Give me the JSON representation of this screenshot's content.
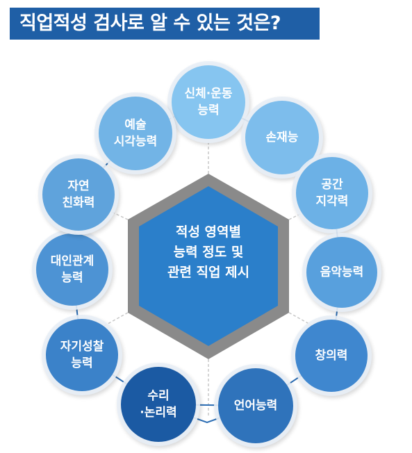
{
  "title": "직업적성 검사로 알 수 있는 것은?",
  "center": [
    "적성 영역별",
    "능력 정도 및",
    "관련 직업 제시"
  ],
  "nodes": [
    {
      "id": "physical",
      "lines": [
        "신체·운동",
        "능력"
      ],
      "color": "#86c5f0"
    },
    {
      "id": "hand",
      "lines": [
        "손재능"
      ],
      "color": "#7dbdec"
    },
    {
      "id": "spatial",
      "lines": [
        "공간",
        "지각력"
      ],
      "color": "#6cb1e6"
    },
    {
      "id": "music",
      "lines": [
        "음악능력"
      ],
      "color": "#58a0dd"
    },
    {
      "id": "creativity",
      "lines": [
        "창의력"
      ],
      "color": "#3f87cf"
    },
    {
      "id": "language",
      "lines": [
        "언어능력"
      ],
      "color": "#2f73bb"
    },
    {
      "id": "math",
      "lines": [
        "수리",
        "·논리력"
      ],
      "color": "#1b5aa3"
    },
    {
      "id": "selfreflect",
      "lines": [
        "자기성찰",
        "능력"
      ],
      "color": "#3b82c9"
    },
    {
      "id": "interpersonal",
      "lines": [
        "대인관계",
        "능력"
      ],
      "color": "#4d93d4"
    },
    {
      "id": "nature",
      "lines": [
        "자연",
        "친화력"
      ],
      "color": "#5fa3dc"
    },
    {
      "id": "art",
      "lines": [
        "예술",
        "시각능력"
      ],
      "color": "#72b4e6"
    }
  ],
  "colors": {
    "title_bg": "#1f5fa6",
    "hex_inner": "#2b7fca",
    "hex_border": "#7b7b7b",
    "ring_line": "#2a6cb3",
    "dash_line": "#c7c7c7"
  }
}
